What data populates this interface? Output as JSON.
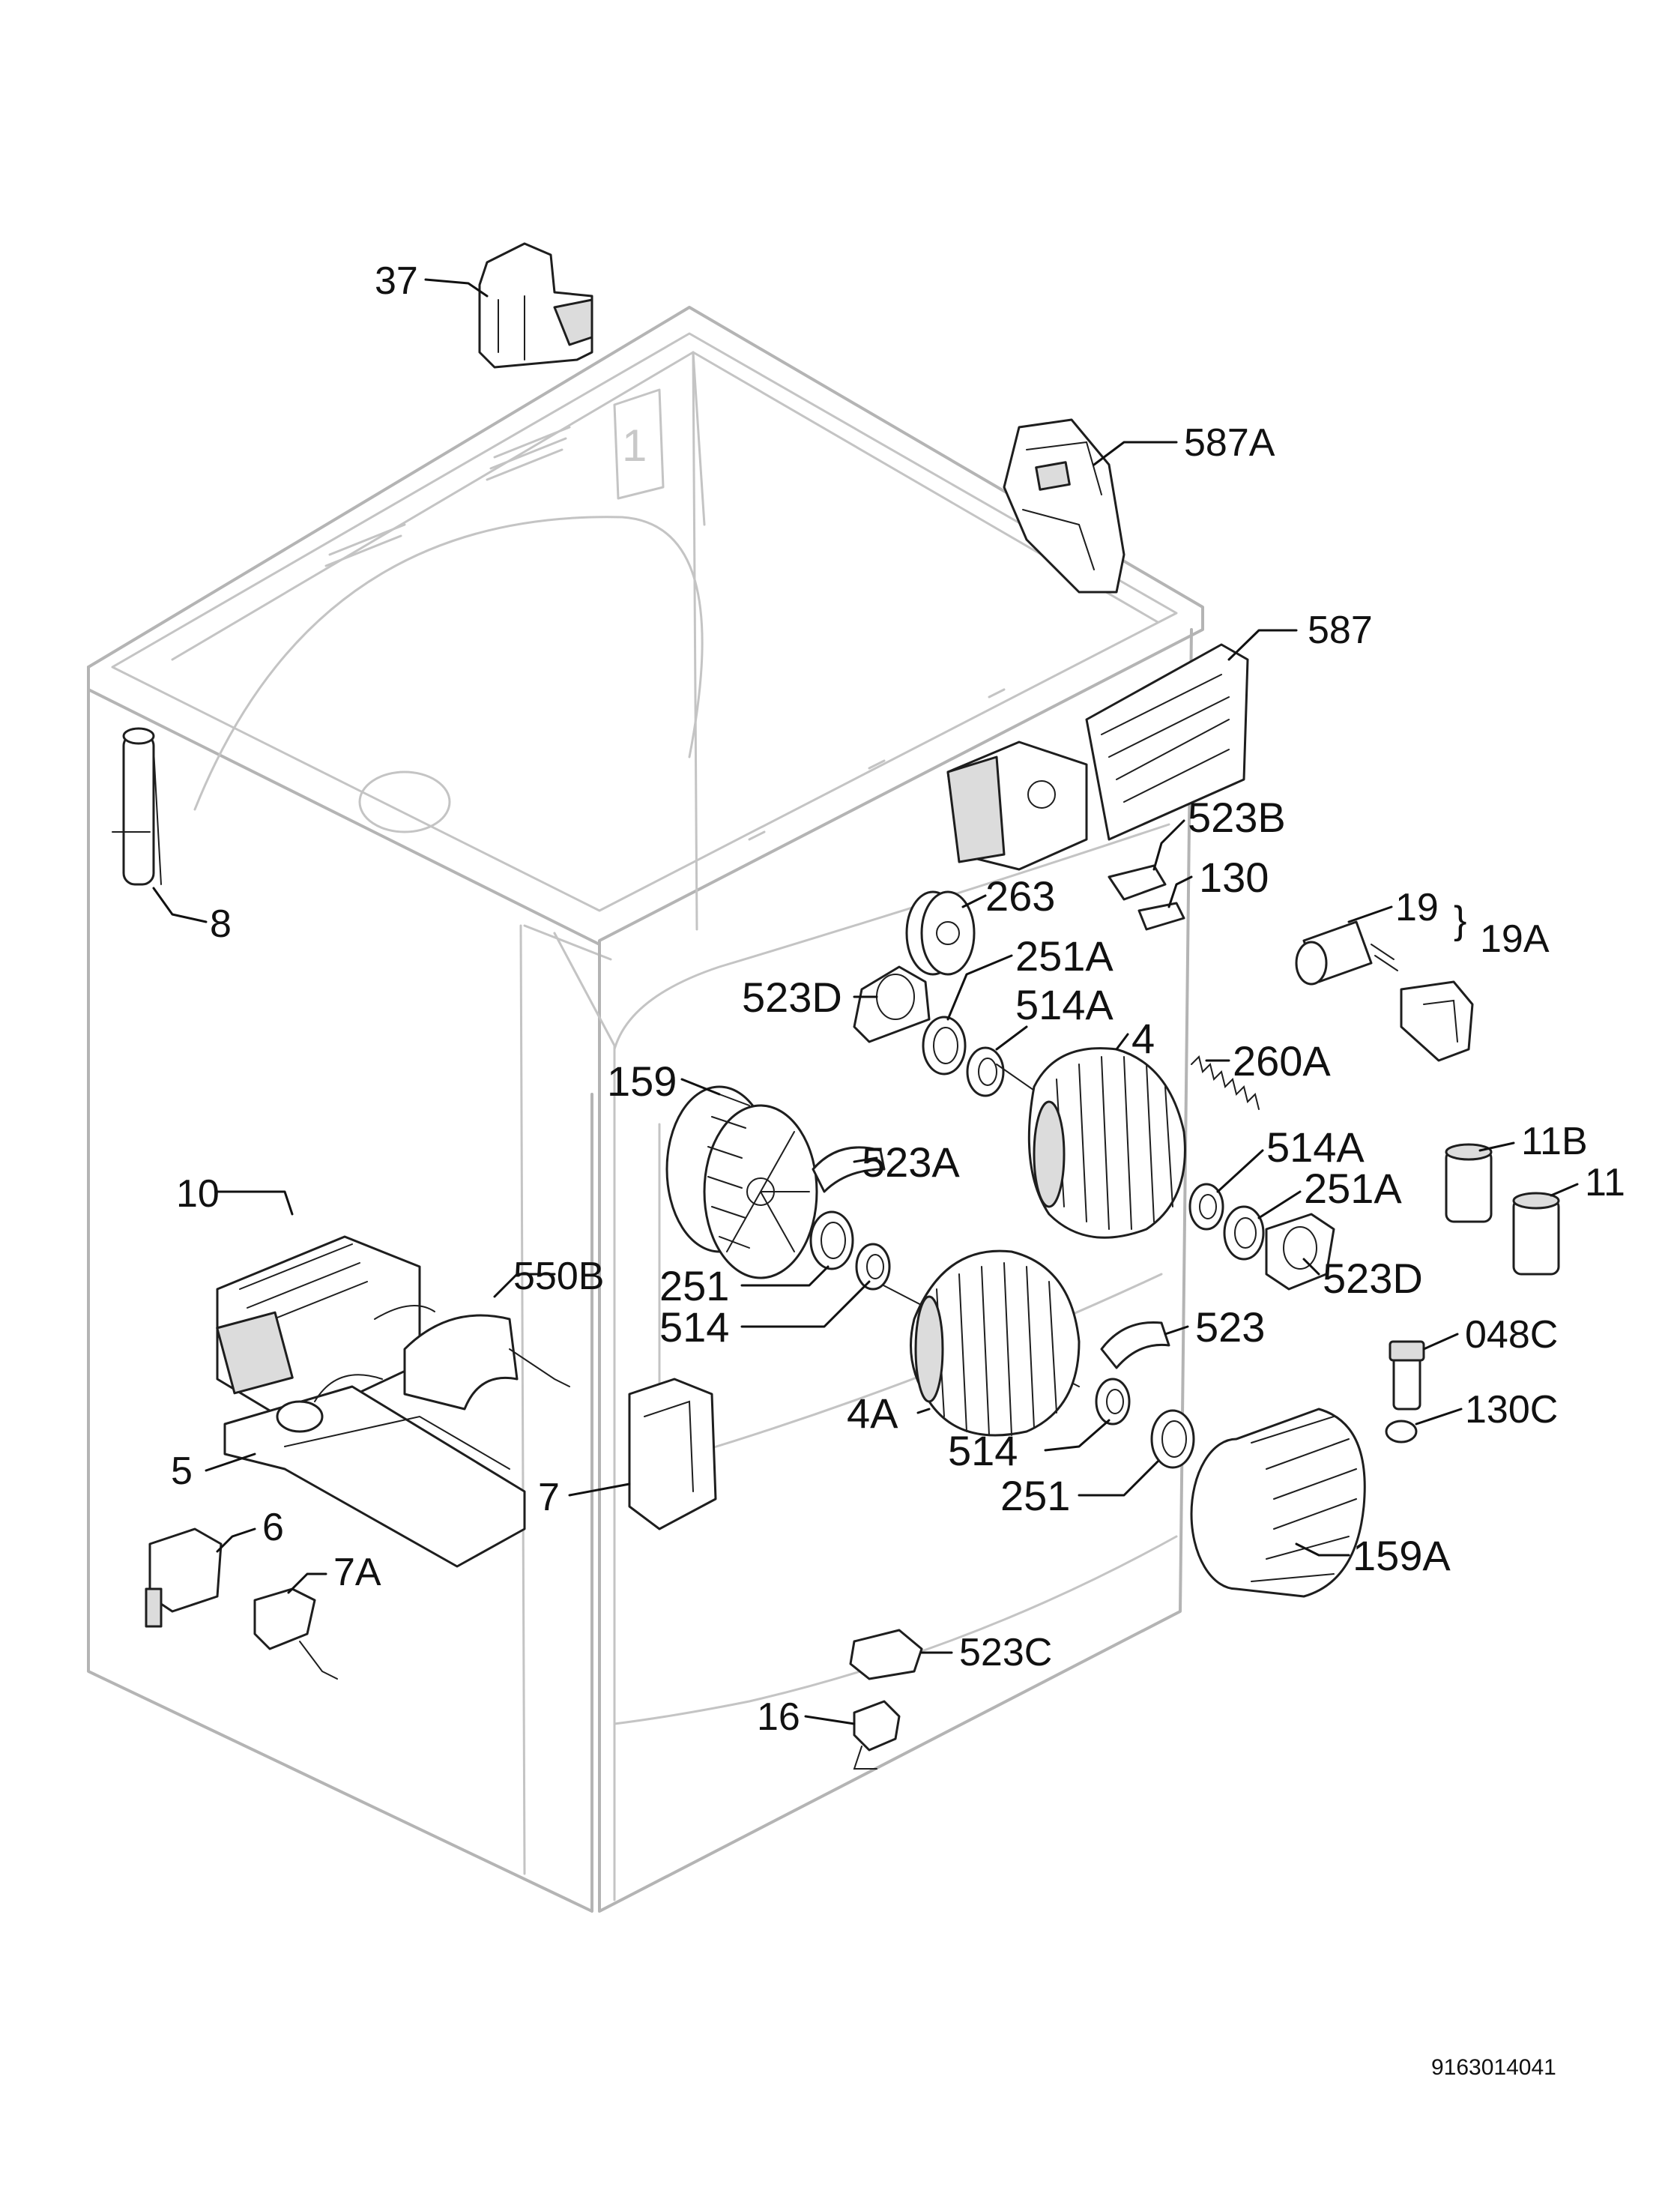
{
  "labels": {
    "p37": "37",
    "p587A": "587A",
    "p587": "587",
    "p8": "8",
    "p523B": "523B",
    "p130": "130",
    "p263": "263",
    "p19": "19",
    "p19A": "19A",
    "p251A_top": "251A",
    "p523D_left": "523D",
    "p514A_top": "514A",
    "p4": "4",
    "p260A": "260A",
    "p159": "159",
    "p523A": "523A",
    "p11B": "11B",
    "p514A_right": "514A",
    "p11": "11",
    "p251A_right": "251A",
    "p10": "10",
    "p550B": "550B",
    "p251_left": "251",
    "p523D_right": "523D",
    "p514_left": "514",
    "p523": "523",
    "p048C": "048C",
    "p4A": "4A",
    "p130C": "130C",
    "p5": "5",
    "p514_bottom": "514",
    "p7": "7",
    "p251_bottom": "251",
    "p6": "6",
    "p159A": "159A",
    "p7A": "7A",
    "p523C": "523C",
    "p16": "16"
  },
  "document_number": "9163014041"
}
